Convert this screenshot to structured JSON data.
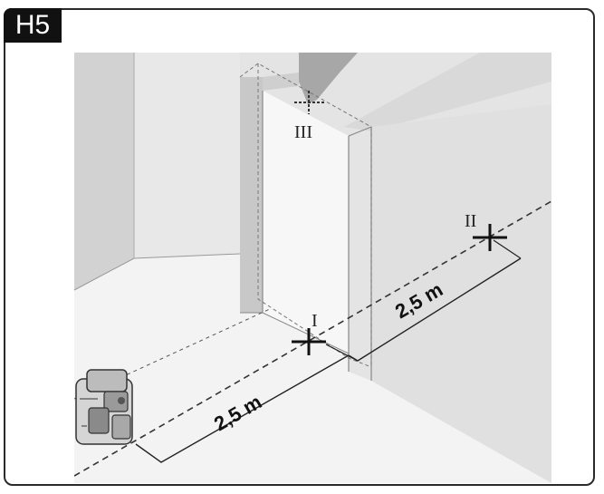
{
  "figure": {
    "badge": "H5",
    "marks": {
      "mark_1": "I",
      "mark_2": "II",
      "mark_3": "III"
    },
    "distances": {
      "d1": "2,5 m",
      "d2": "2,5 m"
    }
  }
}
